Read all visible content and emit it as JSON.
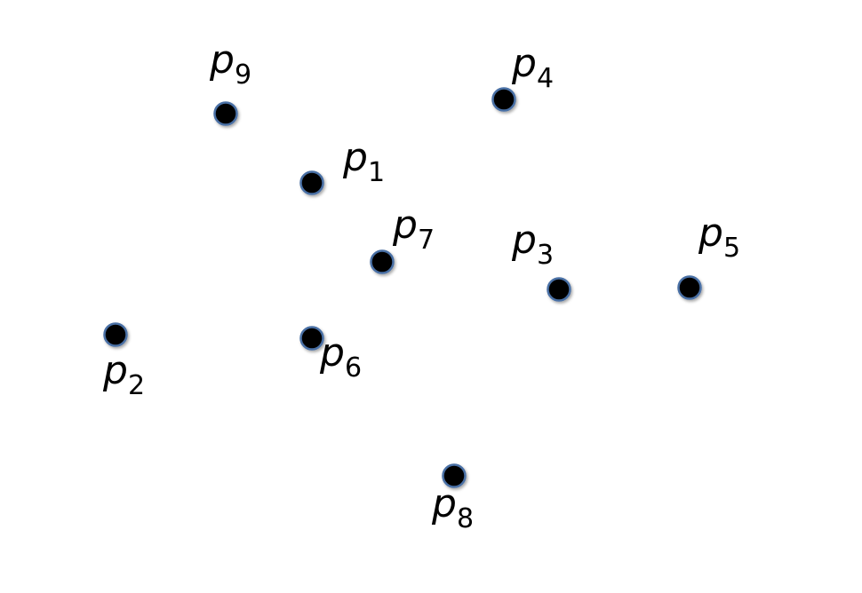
{
  "points": [
    {
      "id": "p1",
      "letter": "p",
      "index": "1"
    },
    {
      "id": "p2",
      "letter": "p",
      "index": "2"
    },
    {
      "id": "p3",
      "letter": "p",
      "index": "3"
    },
    {
      "id": "p4",
      "letter": "p",
      "index": "4"
    },
    {
      "id": "p5",
      "letter": "p",
      "index": "5"
    },
    {
      "id": "p6",
      "letter": "p",
      "index": "6"
    },
    {
      "id": "p7",
      "letter": "p",
      "index": "7"
    },
    {
      "id": "p8",
      "letter": "p",
      "index": "8"
    },
    {
      "id": "p9",
      "letter": "p",
      "index": "9"
    }
  ],
  "colors": {
    "point_fill": "#000000",
    "point_stroke": "#4a6fa5",
    "label": "#000000"
  }
}
